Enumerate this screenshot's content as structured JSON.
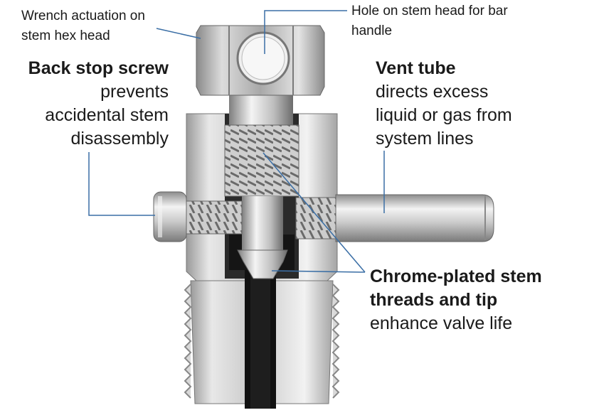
{
  "callouts": {
    "wrench": {
      "lines": [
        "Wrench actuation on",
        "stem hex head"
      ]
    },
    "hole": {
      "lines": [
        "Hole on stem head for bar",
        "handle"
      ]
    },
    "backstop": {
      "title": "Back stop screw",
      "lines": [
        "prevents",
        "accidental stem",
        "disassembly"
      ]
    },
    "vent": {
      "title": "Vent tube",
      "lines": [
        "directs excess",
        "liquid or gas from",
        "system lines"
      ]
    },
    "chrome": {
      "title_lines": [
        "Chrome-plated stem",
        "threads and tip"
      ],
      "lines": [
        "enhance valve life"
      ]
    }
  },
  "colors": {
    "leader_line": "#3a6ea5",
    "metal_light": "#e6e6e6",
    "metal_mid": "#b5b5b5",
    "metal_dark": "#6f6f6f",
    "bore": "#111111"
  }
}
